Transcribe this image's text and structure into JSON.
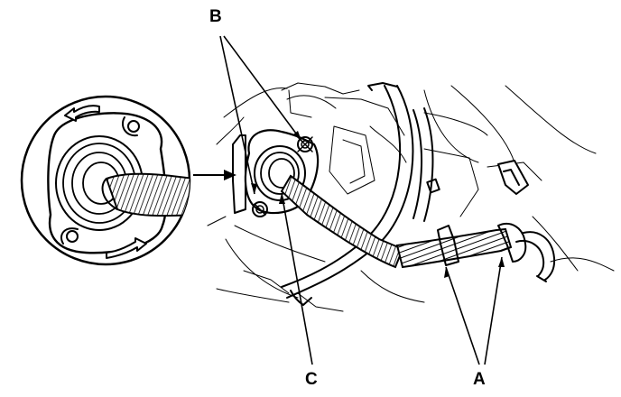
{
  "callouts": [
    {
      "id": "A"
    },
    {
      "id": "B"
    },
    {
      "id": "C"
    }
  ],
  "colors": {
    "ink": "#000000",
    "paper": "#ffffff",
    "hatch": "#555555"
  }
}
